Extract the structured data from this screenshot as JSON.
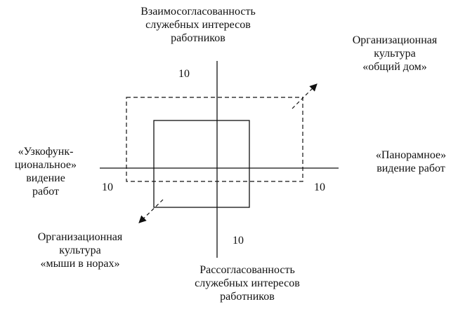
{
  "diagram": {
    "top_label": [
      "Взаимосогласованность",
      "служебных интересов",
      "работников"
    ],
    "bottom_label": [
      "Рассогласованность",
      "служебных интересов",
      "работников"
    ],
    "left_label": [
      "«Узкофунк-",
      "циональное»",
      "видение",
      "работ"
    ],
    "right_label": [
      "«Панорамное»",
      "видение работ"
    ],
    "top_right_label": [
      "Организационная",
      "культура",
      "«общий дом»"
    ],
    "bottom_left_label": [
      "Организационная",
      "культура",
      "«мыши в норах»"
    ],
    "scale_top": "10",
    "scale_bottom": "10",
    "scale_left": "10",
    "scale_right": "10"
  }
}
